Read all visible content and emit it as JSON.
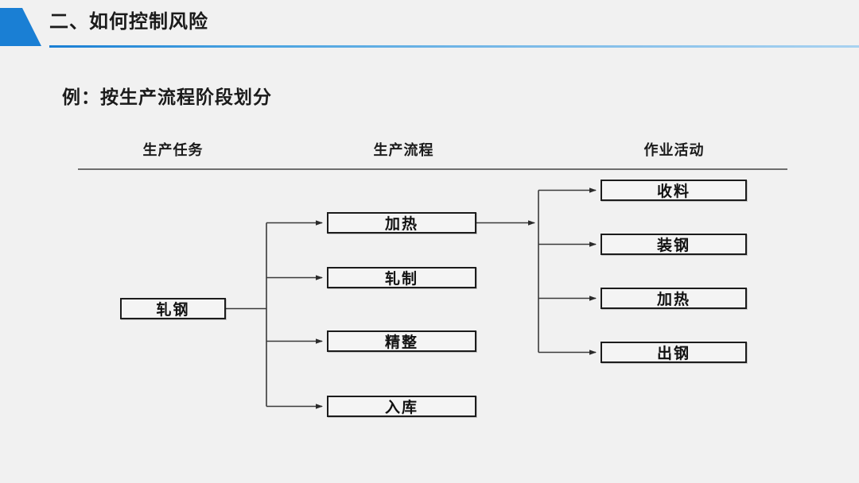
{
  "header": {
    "title": "二、如何控制风险",
    "accent_color": "#1a7fd4",
    "rule_color": "#4aa3e0"
  },
  "subtitle": "例：按生产流程阶段划分",
  "columns": [
    {
      "label": "生产任务"
    },
    {
      "label": "生产流程"
    },
    {
      "label": "作业活动"
    }
  ],
  "diagram": {
    "root": {
      "label": "轧钢"
    },
    "processes": [
      {
        "label": "加热"
      },
      {
        "label": "轧制"
      },
      {
        "label": "精整"
      },
      {
        "label": "入库"
      }
    ],
    "activities": [
      {
        "label": "收料"
      },
      {
        "label": "装钢"
      },
      {
        "label": "加热"
      },
      {
        "label": "出钢"
      }
    ],
    "box_border_color": "#1c1c1c",
    "box_fill_color": "#f4f4f4",
    "connector_color": "#3a3a3a"
  },
  "background_color": "#f1f1f1"
}
